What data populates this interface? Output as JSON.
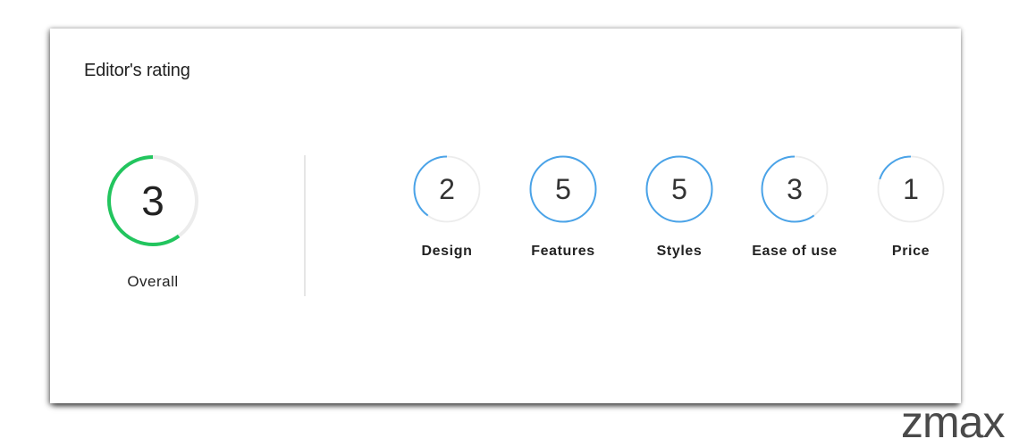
{
  "title": "Editor's rating",
  "colors": {
    "overall_ring": "#22c55e",
    "sub_ring": "#4aa3e8",
    "track": "#ececec"
  },
  "rating_scale_max": 5,
  "overall": {
    "value": "3",
    "score": 3,
    "label": "Overall"
  },
  "categories": [
    {
      "value": "2",
      "score": 2,
      "label": "Design"
    },
    {
      "value": "5",
      "score": 5,
      "label": "Features"
    },
    {
      "value": "5",
      "score": 5,
      "label": "Styles"
    },
    {
      "value": "3",
      "score": 3,
      "label": "Ease of use"
    },
    {
      "value": "1",
      "score": 1,
      "label": "Price"
    }
  ],
  "watermark": "zmax"
}
